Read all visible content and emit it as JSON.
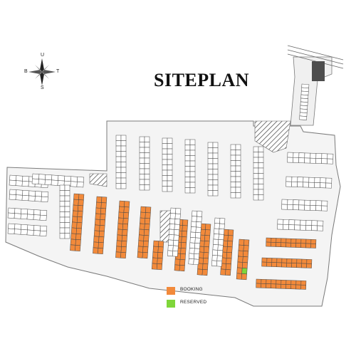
{
  "title": "SITEPLAN",
  "compass": {
    "north": "U",
    "south": "S",
    "west": "B",
    "east": "T"
  },
  "legend": {
    "booking": {
      "label": "BOOKING",
      "color": "#f28a3b"
    },
    "reserved": {
      "label": "RESERVED",
      "color": "#7fd63a"
    }
  },
  "colors": {
    "road": "#eeeeee",
    "outline": "#6e6e6e",
    "lot_stroke": "#4a4a4a",
    "hatch": "#555555",
    "booking": "#f28a3b",
    "reserved": "#7fd63a"
  }
}
